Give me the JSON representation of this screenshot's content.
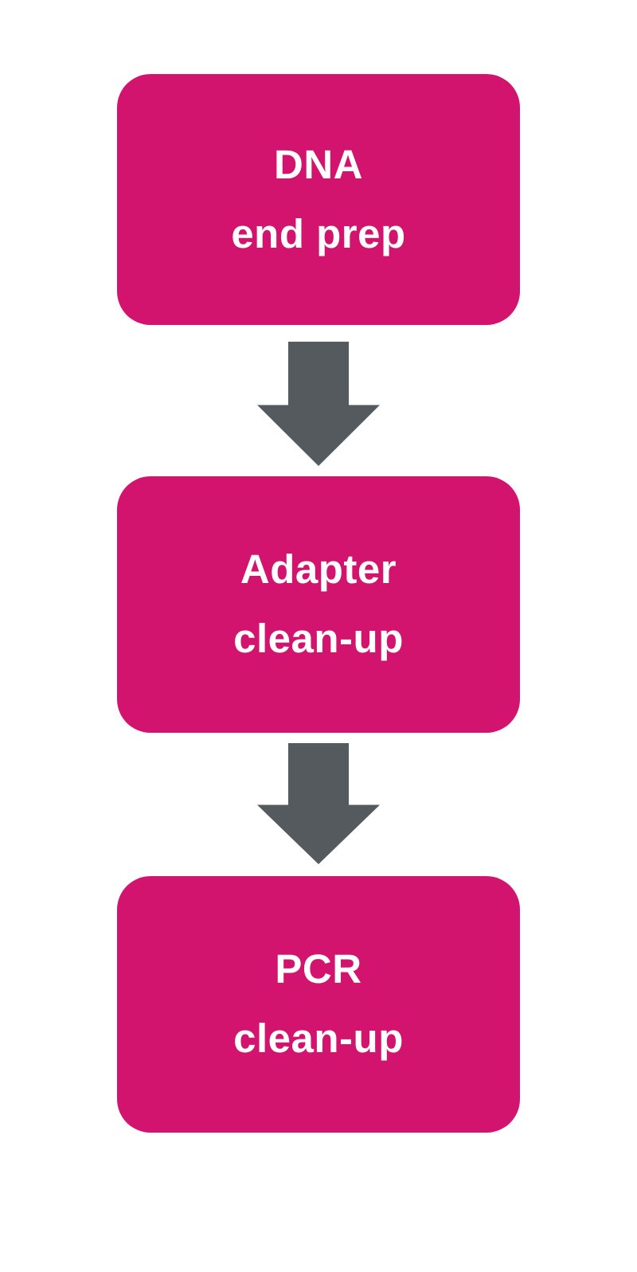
{
  "colors": {
    "background": "#ffffff",
    "box": "#d2146f",
    "arrow": "#545a5d",
    "text": "#ffffff"
  },
  "diagram_type": "flowchart",
  "steps": [
    {
      "line1": "DNA",
      "line2": "end prep"
    },
    {
      "line1": "Adapter",
      "line2": "clean-up"
    },
    {
      "line1": "PCR",
      "line2": "clean-up"
    }
  ],
  "connectors": [
    {
      "icon": "down-arrow",
      "from": "DNA end prep",
      "to": "Adapter clean-up"
    },
    {
      "icon": "down-arrow",
      "from": "Adapter clean-up",
      "to": "PCR clean-up"
    }
  ]
}
